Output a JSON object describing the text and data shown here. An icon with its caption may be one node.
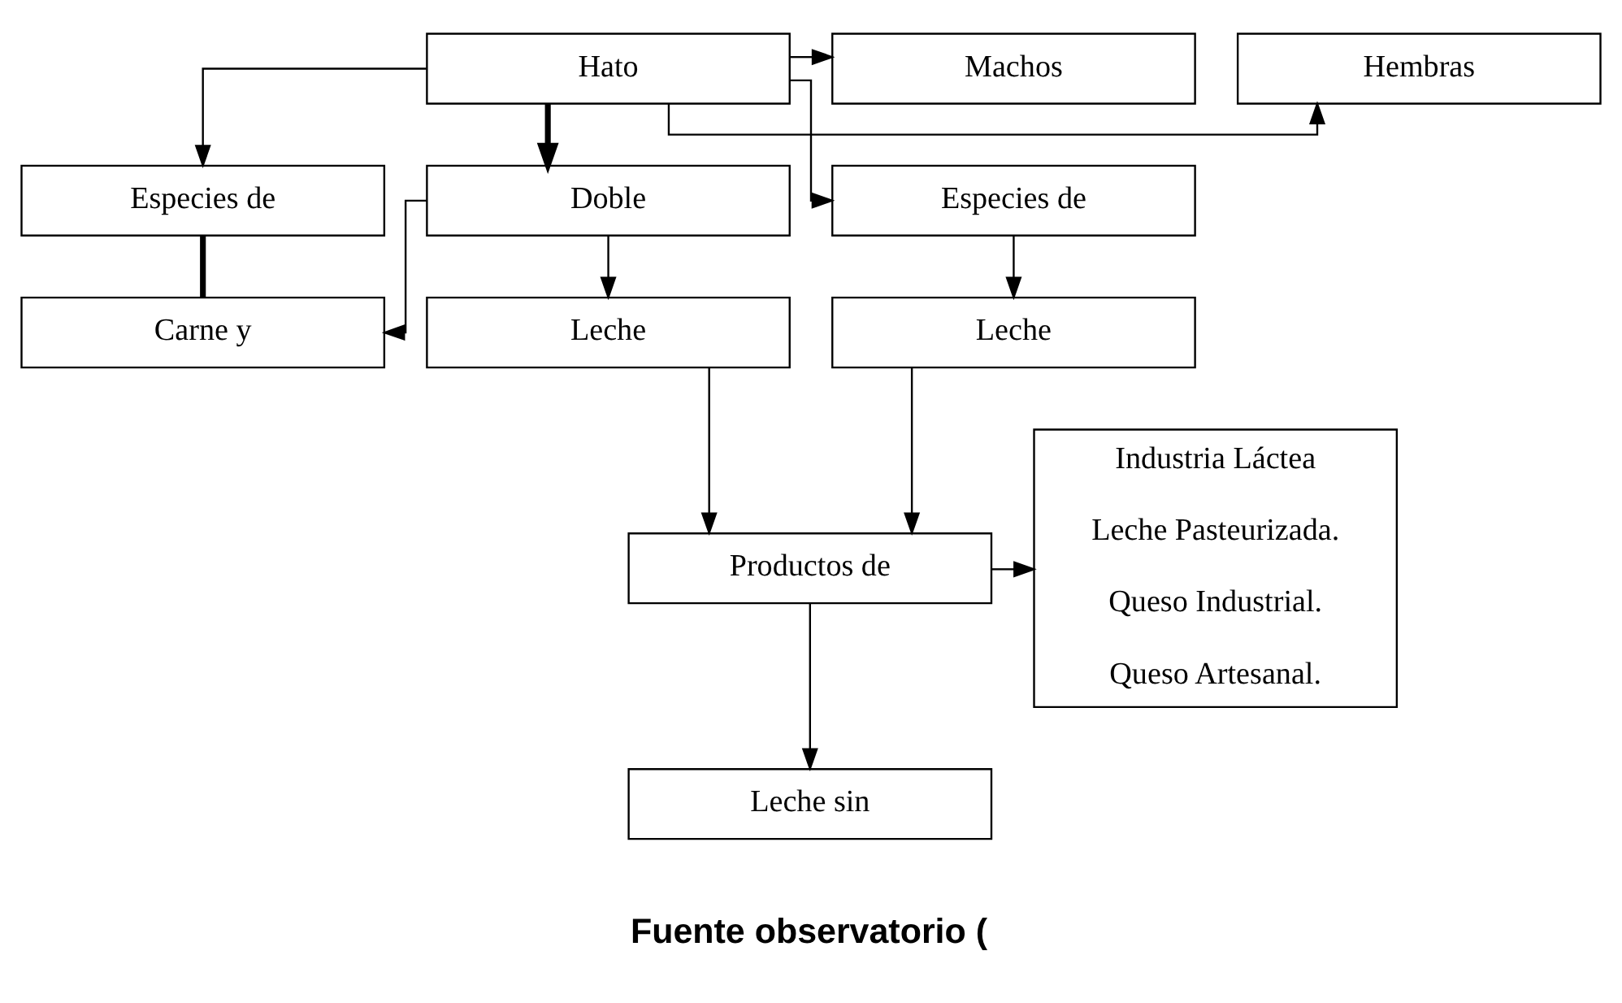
{
  "diagram": {
    "nodes": [
      {
        "text": [
          "Hato"
        ]
      },
      {
        "text": [
          "Hembras"
        ]
      },
      {
        "text": [
          "Machos"
        ]
      },
      {
        "text": [
          "Especies de"
        ]
      },
      {
        "text": [
          "Doble"
        ]
      },
      {
        "text": [
          "Especies de"
        ]
      },
      {
        "text": [
          "Carne y"
        ]
      },
      {
        "text": [
          "Leche"
        ]
      },
      {
        "text": [
          "Leche"
        ]
      },
      {
        "text": [
          "Productos de"
        ]
      },
      {
        "text": [
          "Leche sin"
        ]
      },
      {
        "text": [
          "Industria Láctea",
          "Leche Pasteurizada.",
          "Queso Industrial.",
          "Queso Artesanal."
        ]
      }
    ],
    "edges": [
      {
        "from": 0,
        "to": 1,
        "arrow": "to"
      },
      {
        "from": 0,
        "to": 2,
        "arrow": "to"
      },
      {
        "from": 0,
        "to": 3,
        "arrow": "to"
      },
      {
        "from": 0,
        "to": 4,
        "arrow": "to",
        "style": "thick"
      },
      {
        "from": 0,
        "to": 5,
        "arrow": "to"
      },
      {
        "from": 3,
        "to": 6,
        "arrow": "none",
        "style": "thick"
      },
      {
        "from": 4,
        "to": 6,
        "arrow": "to"
      },
      {
        "from": 4,
        "to": 7,
        "arrow": "to"
      },
      {
        "from": 5,
        "to": 8,
        "arrow": "to"
      },
      {
        "from": 7,
        "to": 9,
        "arrow": "to"
      },
      {
        "from": 8,
        "to": 9,
        "arrow": "to"
      },
      {
        "from": 9,
        "to": 10,
        "arrow": "to"
      },
      {
        "from": 9,
        "to": 11,
        "arrow": "to"
      }
    ],
    "labels": [
      "Fuente observatorio ("
    ]
  }
}
